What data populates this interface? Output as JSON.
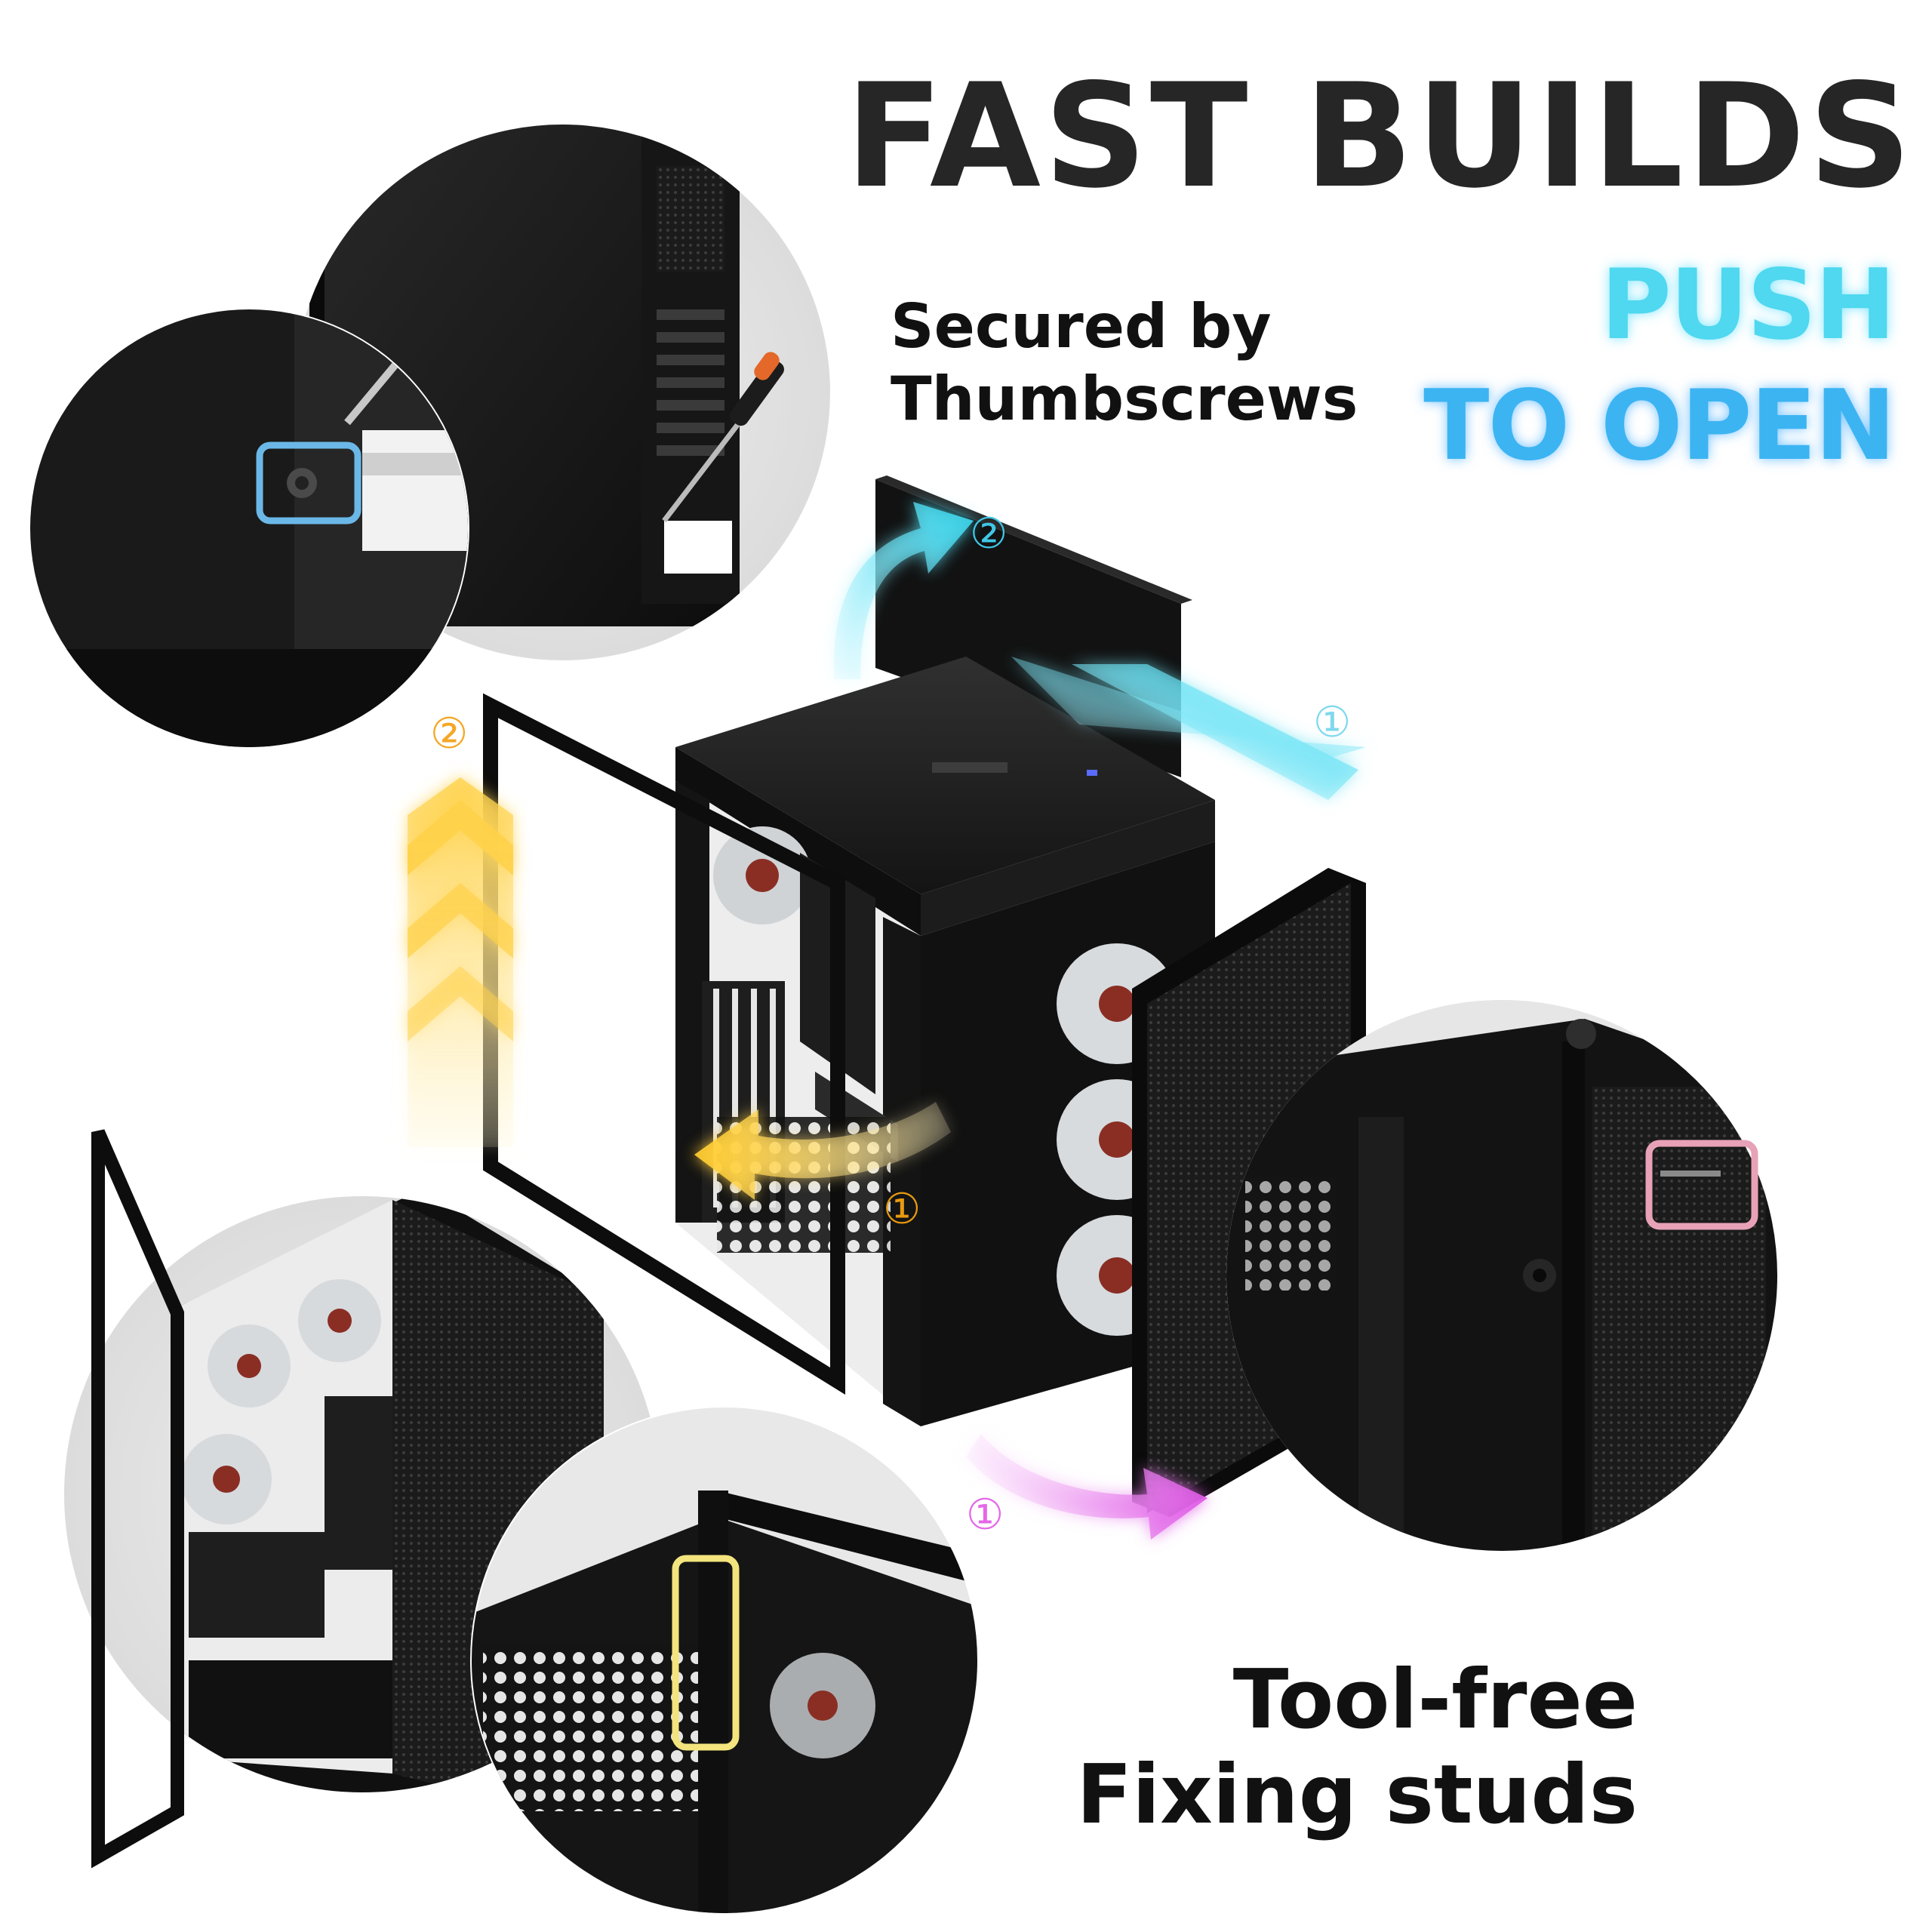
{
  "headline": "FAST BUILDS",
  "push_open": {
    "line1": "PUSH",
    "line2": "TO OPEN"
  },
  "thumbscrew_caption": {
    "line1": "Secured by",
    "line2": "Thumbscrews"
  },
  "toolfree_caption": {
    "line1": "Tool-free",
    "line2": "Fixing studs"
  },
  "step_markers": {
    "top_panel_step1": "①",
    "top_panel_step2": "②",
    "left_panel_step1": "①",
    "left_panel_step2": "②",
    "front_panel_step1": "①"
  },
  "colors": {
    "headline": "#262626",
    "push_cyan": "#4fd8ef",
    "push_blue": "#3cb4f2",
    "highlight_blue": "#6bb8e8",
    "highlight_pink": "#e7a2b7",
    "highlight_yellow": "#f3e47d",
    "arrow_orange": "#f5a623",
    "arrow_magenta": "#e468e8"
  }
}
